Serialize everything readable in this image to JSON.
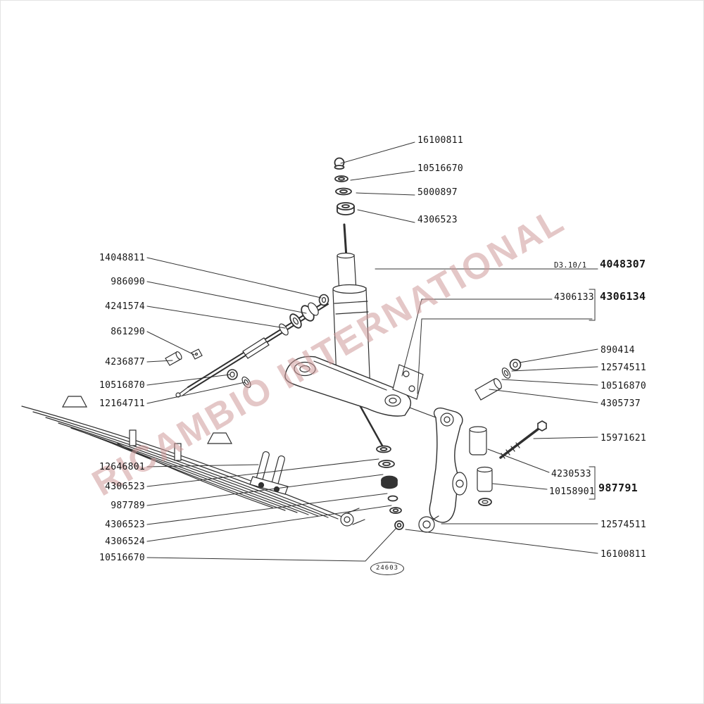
{
  "watermark": {
    "text": "RICAMBIO INTERNATIONAL"
  },
  "stamp": "24603",
  "top_labels": [
    "16100811",
    "10516670",
    "5000897",
    "4306523"
  ],
  "left_labels": [
    "14048811",
    "986090",
    "4241574",
    "861290",
    "4236877",
    "10516870",
    "12164711",
    "12646801",
    "4306523",
    "987789",
    "4306523",
    "4306524",
    "10516670"
  ],
  "right": {
    "drawing_ref": "D3.10/1",
    "assembly_number": "4048307",
    "sub_item": "4306133",
    "sub_assembly": "4306134",
    "mid_items": [
      "890414",
      "12574511",
      "10516870",
      "4305737",
      "15971621"
    ],
    "group_items": [
      "4230533",
      "10158901"
    ],
    "group_assembly": "987791",
    "lower_items": [
      "12574511",
      "16100811"
    ]
  }
}
